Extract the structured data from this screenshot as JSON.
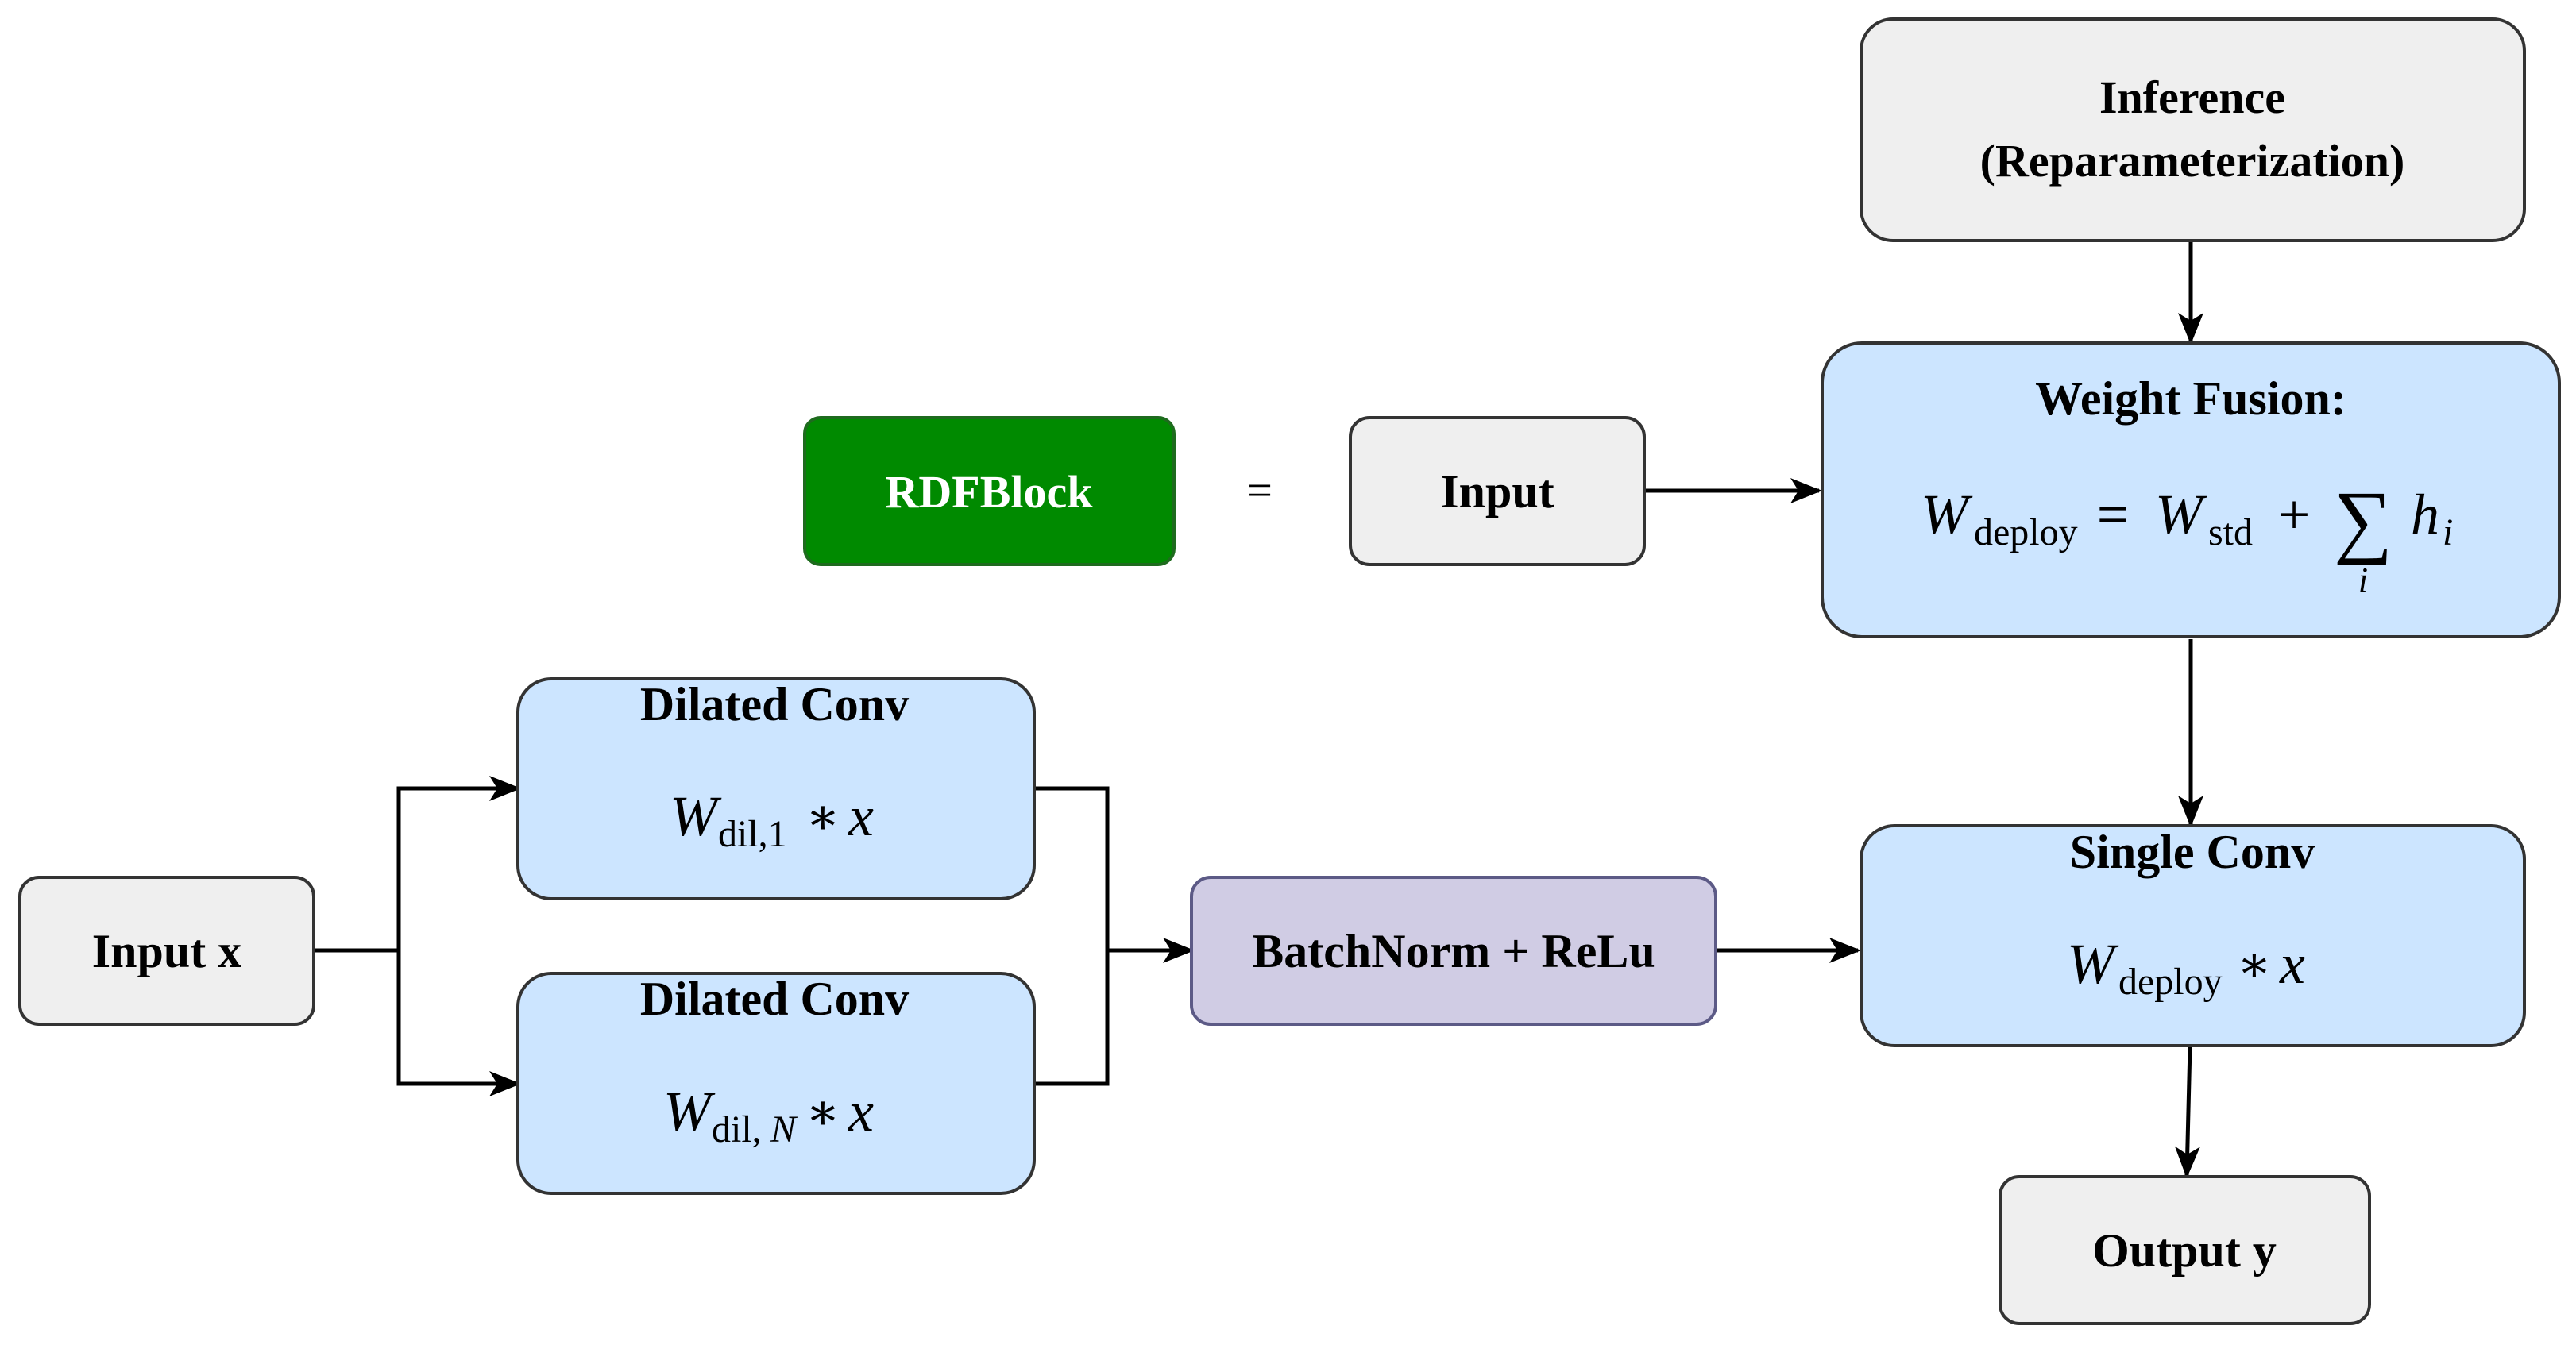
{
  "colors": {
    "gray_fill": "#efefef",
    "blue_fill": "#cce5ff",
    "green_fill": "#008a00",
    "purple_fill": "#d0cce4",
    "stroke": "#333333",
    "green_text": "#ffffff"
  },
  "nodes": {
    "inference": {
      "line1": "Inference",
      "line2": "(Reparameterization)"
    },
    "rdfblock": {
      "label": "RDFBlock"
    },
    "equals": {
      "label": "="
    },
    "input_top": {
      "label": "Input"
    },
    "weight_fusion": {
      "title": "Weight Fusion:",
      "formula": {
        "w": "W",
        "deploy": "deploy",
        "eq": "=",
        "std": "std",
        "plus": "+",
        "sum": "∑",
        "i": "i",
        "h": "h"
      }
    },
    "dilated_conv_1": {
      "title": "Dilated Conv",
      "formula": {
        "w": "W",
        "sub": "dil,1",
        "op": "∗",
        "x": "x"
      }
    },
    "dilated_conv_n": {
      "title": "Dilated Conv",
      "formula": {
        "w": "W",
        "sub": "dil,",
        "sub_n": "N",
        "op": "∗",
        "x": "x"
      }
    },
    "input_x": {
      "label": "Input x"
    },
    "batchnorm": {
      "label": "BatchNorm + ReLu"
    },
    "single_conv": {
      "title": "Single Conv",
      "formula": {
        "w": "W",
        "sub": "deploy",
        "op": "∗",
        "x": "x"
      }
    },
    "output_y": {
      "label": "Output y"
    }
  }
}
